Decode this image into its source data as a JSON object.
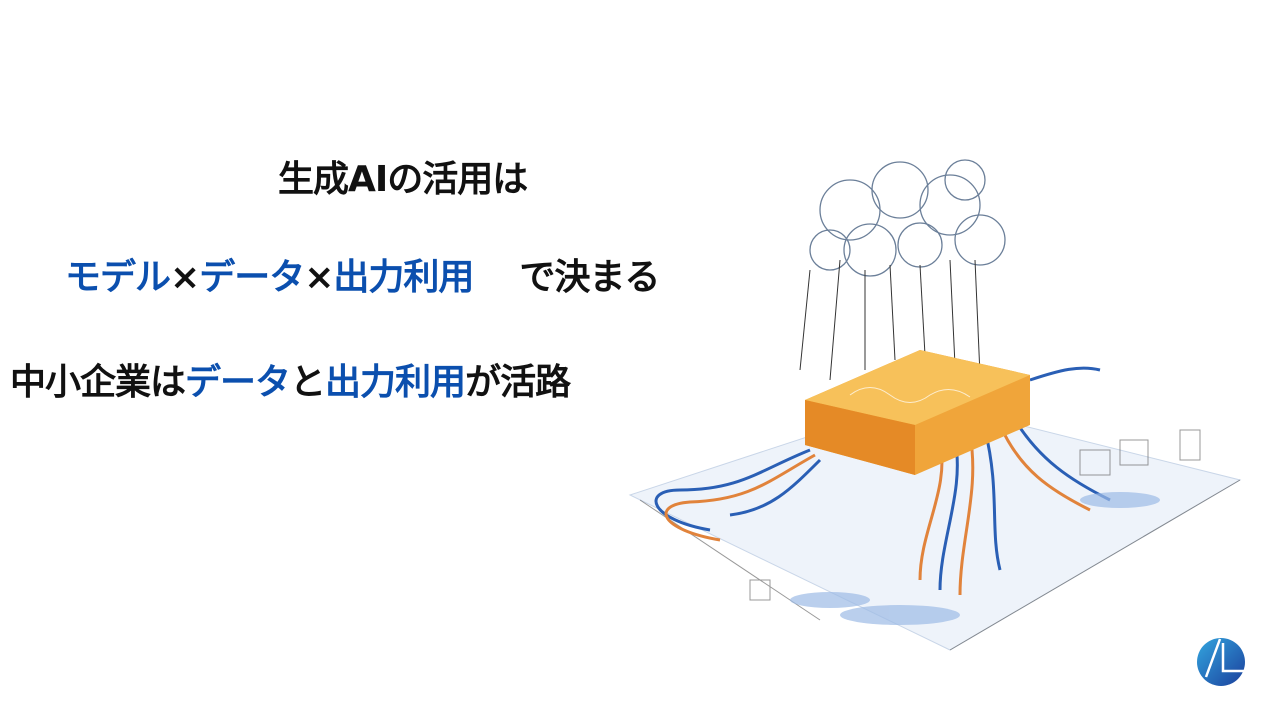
{
  "slide": {
    "line1": "生成AIの活用は",
    "line2": {
      "model": "モデル",
      "times1": "×",
      "data": "データ",
      "times2": "×",
      "output": "出力利用",
      "suffix": "で決まる"
    },
    "line3": {
      "prefix": "中小企業は",
      "data": "データ",
      "and": "と",
      "output": "出力利用",
      "suffix": "が活路"
    }
  },
  "colors": {
    "accent_blue": "#0b4fae",
    "text": "#111111",
    "chip_orange": "#f4a22a"
  },
  "illustration": "ai-chip-data-flow-illustration",
  "logo": "company-logo"
}
